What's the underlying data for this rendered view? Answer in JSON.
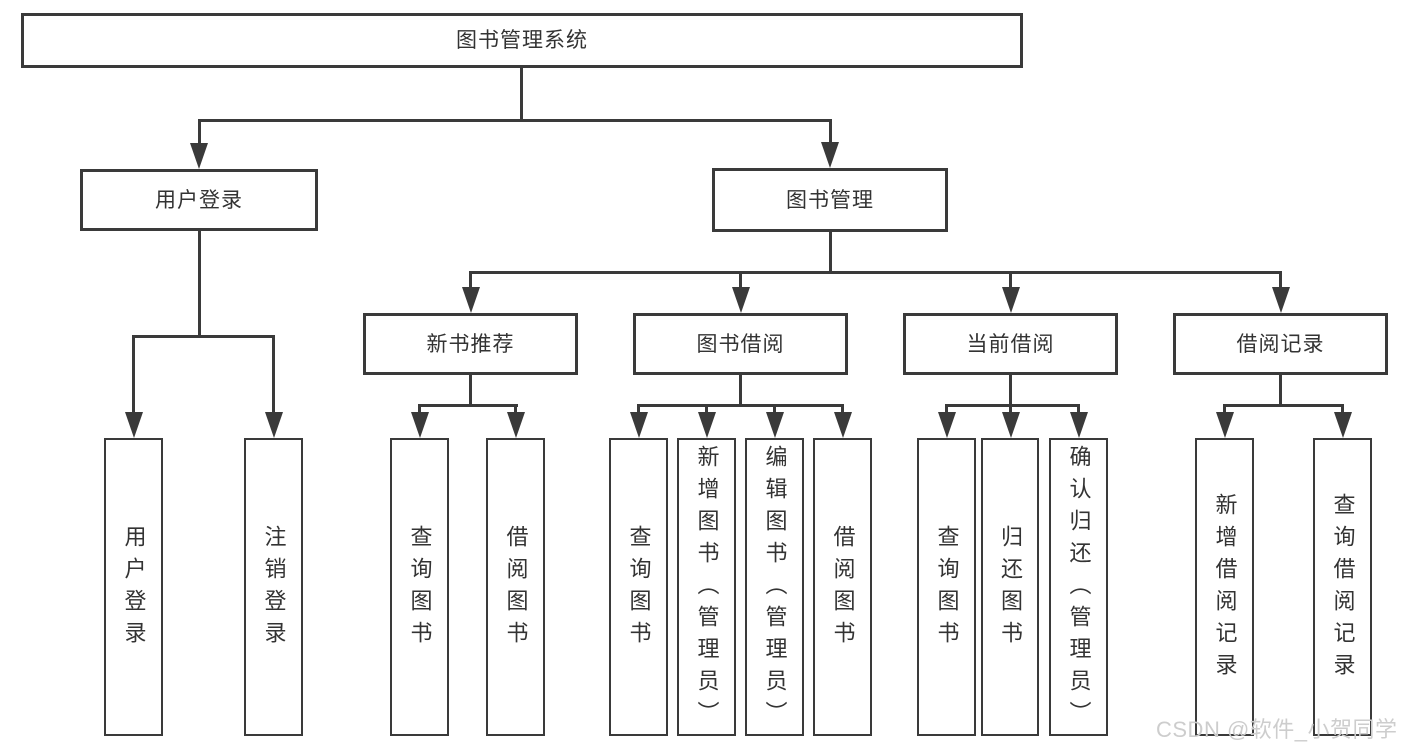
{
  "colors": {
    "line": "#3a3a3a",
    "box_border": "#3a3a3a",
    "box_fill": "#ffffff",
    "text": "#333333",
    "watermark": "#cdcdcd",
    "background": "#ffffff"
  },
  "watermark": {
    "text": "CSDN @软件_小贺同学"
  },
  "tree": {
    "root": {
      "label": "图书管理系统"
    },
    "branches": [
      {
        "label": "用户登录",
        "children": [
          {
            "label": "用户登录"
          },
          {
            "label": "注销登录"
          }
        ]
      },
      {
        "label": "图书管理",
        "children": [
          {
            "label": "新书推荐",
            "children": [
              {
                "label": "查询图书"
              },
              {
                "label": "借阅图书"
              }
            ]
          },
          {
            "label": "图书借阅",
            "children": [
              {
                "label": "查询图书"
              },
              {
                "label": "新增图书（管理员）"
              },
              {
                "label": "编辑图书（管理员）"
              },
              {
                "label": "借阅图书"
              }
            ]
          },
          {
            "label": "当前借阅",
            "children": [
              {
                "label": "查询图书"
              },
              {
                "label": "归还图书"
              },
              {
                "label": "确认归还（管理员）"
              }
            ]
          },
          {
            "label": "借阅记录",
            "children": [
              {
                "label": "新增借阅记录"
              },
              {
                "label": "查询借阅记录"
              }
            ]
          }
        ]
      }
    ]
  }
}
